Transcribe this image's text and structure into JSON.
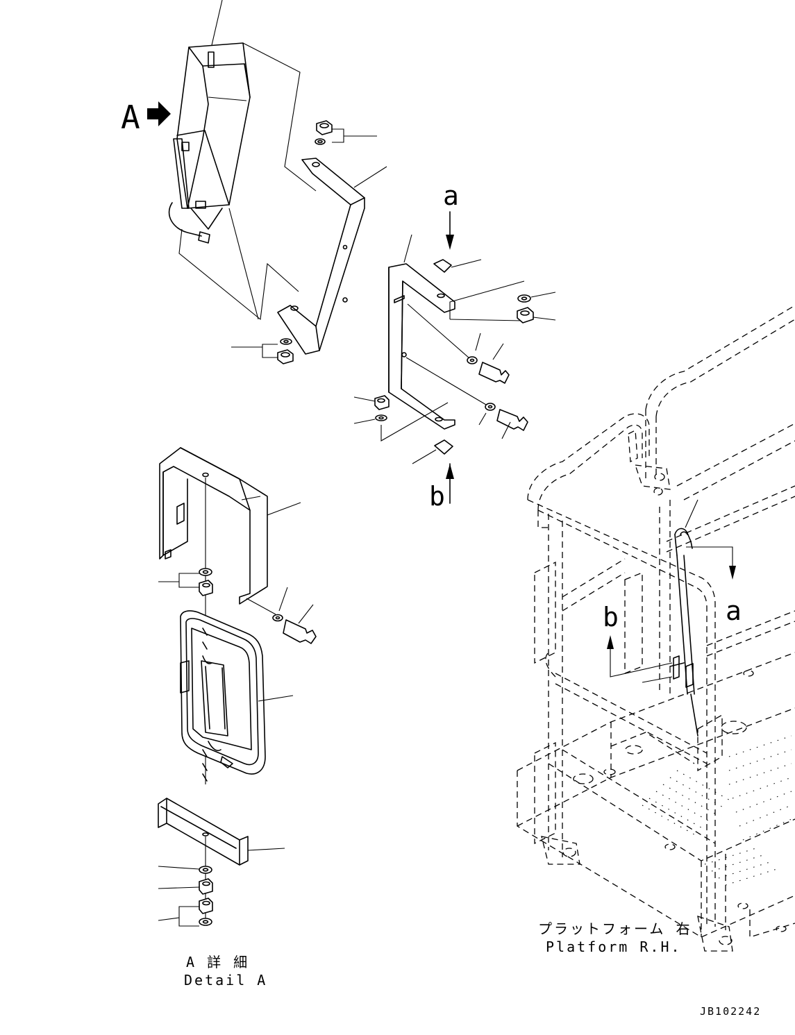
{
  "labels": {
    "view_a": "A",
    "arrow_a_top": "a",
    "arrow_b_top": "b",
    "arrow_a_platform": "a",
    "arrow_b_platform": "b"
  },
  "captions": {
    "detail_jp": "A 詳 細",
    "detail_en": "Detail A",
    "platform_jp": "プラットフォーム 右",
    "platform_en": "Platform R.H."
  },
  "drawing_number": "JB102242"
}
